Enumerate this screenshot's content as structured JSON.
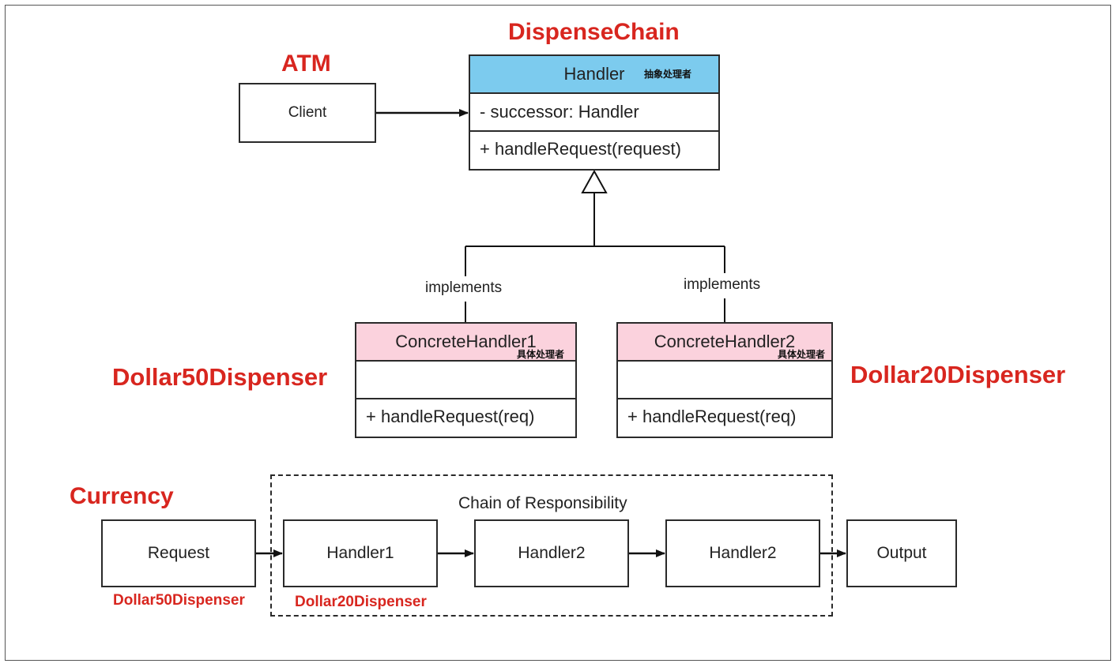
{
  "labels": {
    "dispense_chain": "DispenseChain",
    "atm": "ATM",
    "dollar50_left": "Dollar50Dispenser",
    "dollar20_right": "Dollar20Dispenser",
    "currency": "Currency",
    "dollar50_small": "Dollar50Dispenser",
    "dollar20_small": "Dollar20Dispenser"
  },
  "client": {
    "label": "Client"
  },
  "handler_class": {
    "name": "Handler",
    "note": "抽象处理者",
    "attribute": "- successor: Handler",
    "operation": "+ handleRequest(request)"
  },
  "concrete1": {
    "name": "ConcreteHandler1",
    "note": "具体处理者",
    "operation": "+ handleRequest(req)"
  },
  "concrete2": {
    "name": "ConcreteHandler2",
    "note": "具体处理者",
    "operation": "+ handleRequest(req)"
  },
  "implements_left": "implements",
  "implements_right": "implements",
  "chain": {
    "title": "Chain of Responsibility",
    "request": "Request",
    "handler1": "Handler1",
    "handler2a": "Handler2",
    "handler2b": "Handler2",
    "output": "Output"
  },
  "colors": {
    "accent_red": "#d8261f",
    "handler_header": "#7ccbee",
    "concrete_header": "#fbd2dd"
  }
}
